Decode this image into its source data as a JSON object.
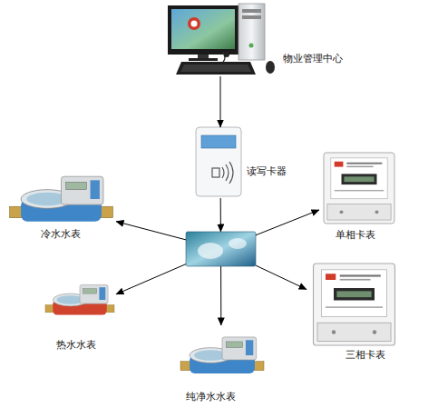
{
  "diagram": {
    "nodes": [
      {
        "text": [
          "物业管理中心"
        ]
      },
      {
        "text": [
          "读写卡器"
        ]
      },
      {
        "text": []
      },
      {
        "text": [
          "冷水水表"
        ]
      },
      {
        "text": [
          "单相卡表"
        ]
      },
      {
        "text": [
          "热水水表"
        ]
      },
      {
        "text": [
          "三相卡表"
        ]
      },
      {
        "text": [
          "纯净水水表"
        ]
      }
    ],
    "edges": [
      {
        "from": 0,
        "to": 1,
        "arrow": "to"
      },
      {
        "from": 1,
        "to": 2,
        "arrow": "to"
      },
      {
        "from": 2,
        "to": 3,
        "arrow": "to"
      },
      {
        "from": 2,
        "to": 4,
        "arrow": "to"
      },
      {
        "from": 2,
        "to": 5,
        "arrow": "to"
      },
      {
        "from": 2,
        "to": 6,
        "arrow": "to"
      },
      {
        "from": 2,
        "to": 7,
        "arrow": "to"
      }
    ]
  }
}
